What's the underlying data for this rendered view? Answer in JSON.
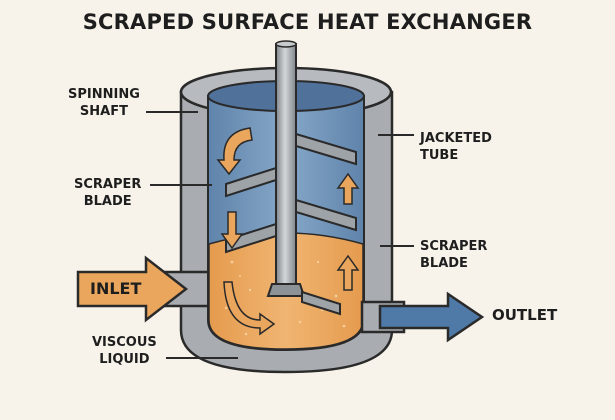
{
  "title": "SCRAPED SURFACE HEAT EXCHANGER",
  "labels": {
    "spinning_shaft": [
      "SPINNING",
      "SHAFT"
    ],
    "scraper_blade_left": [
      "SCRAPER",
      "BLADE"
    ],
    "viscous_liquid": [
      "VISCOUS",
      "LIQUID"
    ],
    "jacketed_tube": [
      "JACKETED",
      "TUBE"
    ],
    "scraper_blade_right": [
      "SCRAPER",
      "BLADE"
    ],
    "inlet": "INLET",
    "outlet": "OUTLET"
  },
  "colors": {
    "background": "#f7f3ea",
    "jacket": "#a9adb1",
    "tube_interior": "#6f92b6",
    "viscous_liquid": "#e9a65c",
    "inlet_arrow": "#e9a65c",
    "outlet_arrow": "#4f79a6",
    "shaft": "#9ea3a8",
    "outline": "#2a2a2a"
  }
}
